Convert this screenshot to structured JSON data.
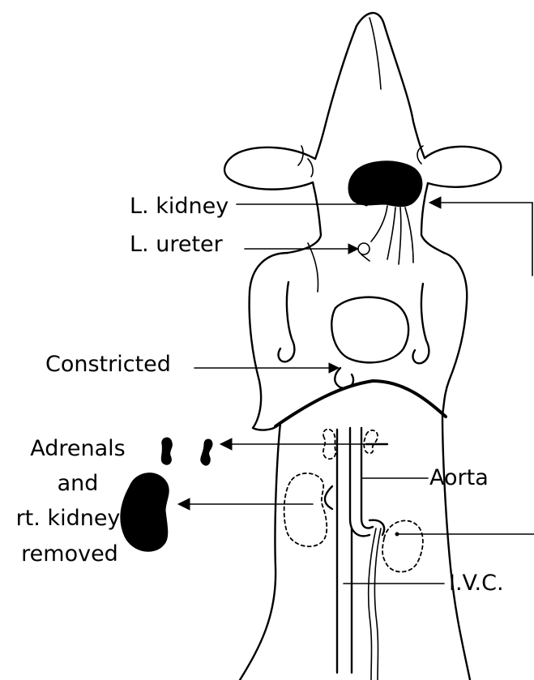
{
  "labels": {
    "l_kidney": "L. kidney",
    "l_ureter": "L. ureter",
    "constricted": "Constricted",
    "adrenals_line1": "Adrenals",
    "adrenals_line2": "and",
    "adrenals_line3": "rt. kidney",
    "adrenals_line4": "removed",
    "aorta": "Aorta",
    "ivc": "I.V.C."
  },
  "colors": {
    "ink": "#000000",
    "background": "#ffffff"
  }
}
